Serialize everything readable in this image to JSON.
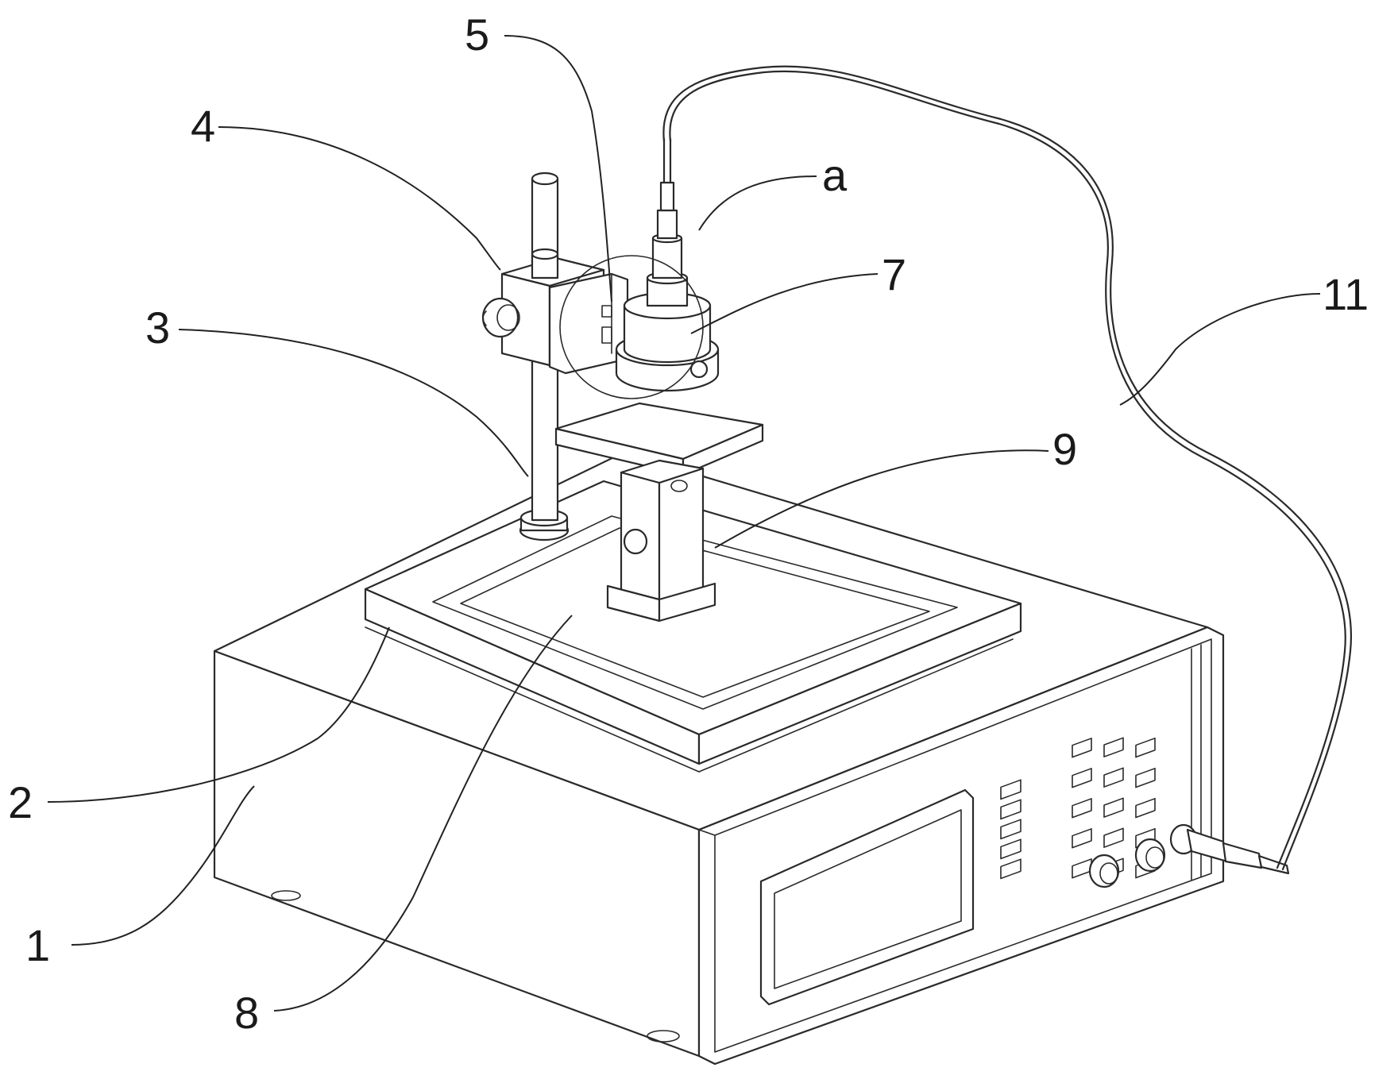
{
  "labels": {
    "l1": "1",
    "l2": "2",
    "l3": "3",
    "l4": "4",
    "l5": "5",
    "l7": "7",
    "l8": "8",
    "l9": "9",
    "l11": "11",
    "la": "a"
  }
}
